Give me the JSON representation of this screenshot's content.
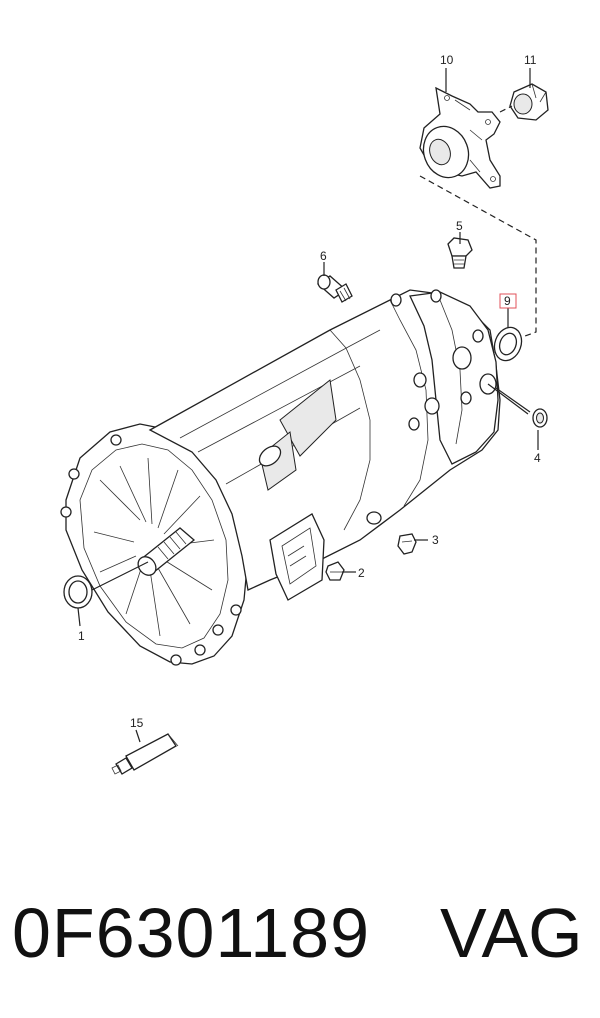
{
  "diagram": {
    "callouts": [
      "1",
      "2",
      "3",
      "4",
      "5",
      "6",
      "9",
      "10",
      "11",
      "15"
    ],
    "highlighted_callout": "9",
    "highlight_color": "#e0505a"
  },
  "footer": {
    "part_number": "0F6301189",
    "brand": "VAG"
  }
}
